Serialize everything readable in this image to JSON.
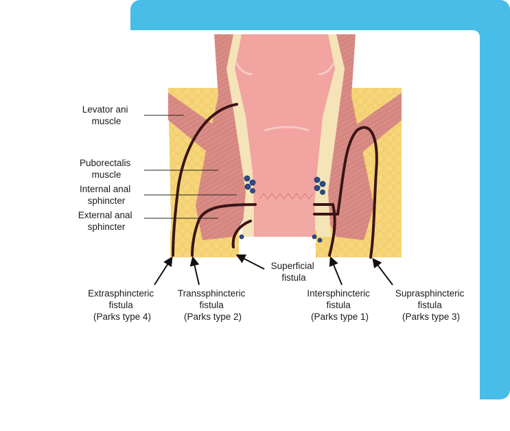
{
  "labels": {
    "levator": [
      "Levator ani",
      "muscle"
    ],
    "puborectalis": [
      "Puborectalis",
      "muscle"
    ],
    "internal": [
      "Internal anal",
      "sphincter"
    ],
    "external": [
      "External anal",
      "sphincter"
    ],
    "superficial": [
      "Superficial",
      "fistula"
    ],
    "extrasphincteric": [
      "Extrasphincteric",
      "fistula",
      "(Parks type 4)"
    ],
    "transsphincteric": [
      "Transsphincteric",
      "fistula",
      "(Parks type 2)"
    ],
    "intersphincteric": [
      "Intersphincteric",
      "fistula",
      "(Parks type 1)"
    ],
    "suprasphincteric": [
      "Suprasphincteric",
      "fistula",
      "(Parks type 3)"
    ]
  },
  "colors": {
    "accent": "#47bde8",
    "fat": "#f6d67c",
    "muscle": "#d98c86",
    "mucosa": "#f1a4a0",
    "fistula": "#3a1515"
  }
}
